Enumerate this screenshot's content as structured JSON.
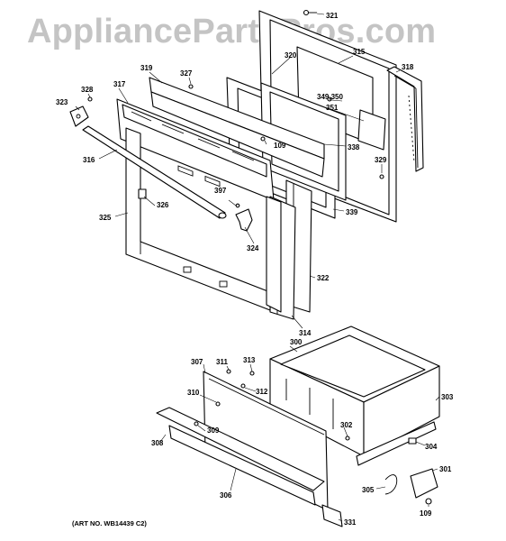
{
  "watermark": "AppliancePartsPros.com",
  "art_number": "(ART NO. WB14439 C2)",
  "callouts": [
    {
      "key": "c321",
      "text": "321"
    },
    {
      "key": "c320",
      "text": "320"
    },
    {
      "key": "c315",
      "text": "315"
    },
    {
      "key": "c318",
      "text": "318"
    },
    {
      "key": "c319",
      "text": "319"
    },
    {
      "key": "c327",
      "text": "327"
    },
    {
      "key": "c317",
      "text": "317"
    },
    {
      "key": "c328",
      "text": "328"
    },
    {
      "key": "c323",
      "text": "323"
    },
    {
      "key": "c349",
      "text": "349,350"
    },
    {
      "key": "c351",
      "text": "351"
    },
    {
      "key": "c109a",
      "text": "109"
    },
    {
      "key": "c338",
      "text": "338"
    },
    {
      "key": "c329",
      "text": "329"
    },
    {
      "key": "c316",
      "text": "316"
    },
    {
      "key": "c397",
      "text": "397"
    },
    {
      "key": "c326",
      "text": "326"
    },
    {
      "key": "c339",
      "text": "339"
    },
    {
      "key": "c325",
      "text": "325"
    },
    {
      "key": "c324",
      "text": "324"
    },
    {
      "key": "c322",
      "text": "322"
    },
    {
      "key": "c314",
      "text": "314"
    },
    {
      "key": "c300",
      "text": "300"
    },
    {
      "key": "c307",
      "text": "307"
    },
    {
      "key": "c311",
      "text": "311"
    },
    {
      "key": "c313",
      "text": "313"
    },
    {
      "key": "c312",
      "text": "312"
    },
    {
      "key": "c310",
      "text": "310"
    },
    {
      "key": "c303",
      "text": "303"
    },
    {
      "key": "c309",
      "text": "309"
    },
    {
      "key": "c302",
      "text": "302"
    },
    {
      "key": "c308",
      "text": "308"
    },
    {
      "key": "c304",
      "text": "304"
    },
    {
      "key": "c301",
      "text": "301"
    },
    {
      "key": "c305",
      "text": "305"
    },
    {
      "key": "c306",
      "text": "306"
    },
    {
      "key": "c109b",
      "text": "109"
    },
    {
      "key": "c331",
      "text": "331"
    }
  ]
}
